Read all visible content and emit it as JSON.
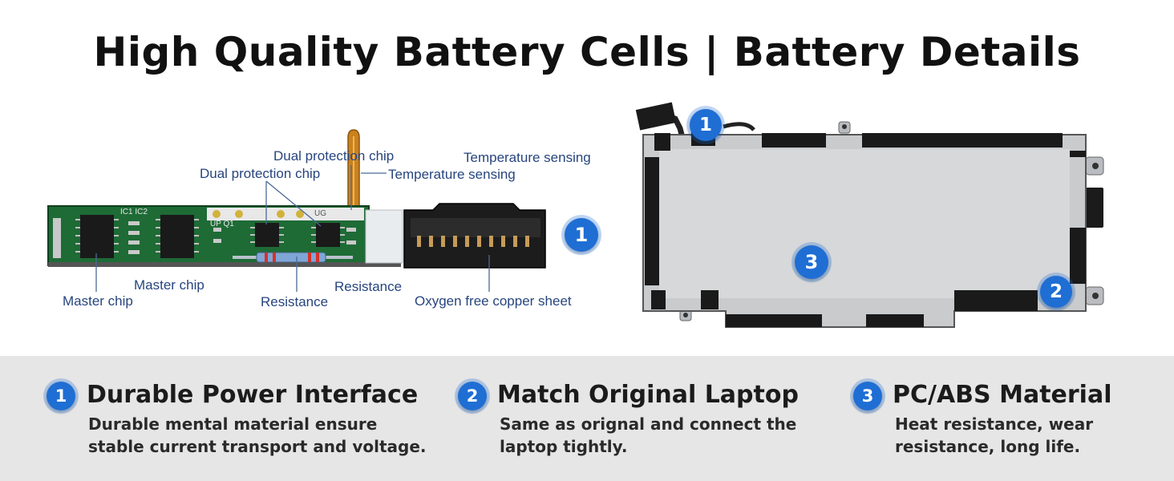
{
  "title": "High Quality Battery Cells | Battery Details",
  "pcb_labels": {
    "dual_protection_chip": "Dual protection chip",
    "temperature_sensing": "Temperature sensing",
    "master_chip": "Master chip",
    "resistance": "Resistance",
    "oxygen_free_copper_sheet": "Oxygen free copper sheet",
    "board_print_ic": "IC1 IC2",
    "board_print_q": "UP Q1",
    "board_print_ug": "UG"
  },
  "badges": [
    "1",
    "2",
    "3"
  ],
  "features": [
    {
      "number": "1",
      "title": "Durable Power Interface",
      "line1": "Durable mental material ensure",
      "line2": "stable current transport and voltage."
    },
    {
      "number": "2",
      "title": "Match Original Laptop",
      "line1": "Same as orignal and connect the",
      "line2": "laptop tightly."
    },
    {
      "number": "3",
      "title": "PC/ABS Material",
      "line1": "Heat resistance, wear",
      "line2": "resistance, long life."
    }
  ],
  "colors": {
    "label": "#27457e",
    "badge": "#1f6ed4",
    "pcb": "#1e6b36",
    "band": "#e6e6e6"
  }
}
